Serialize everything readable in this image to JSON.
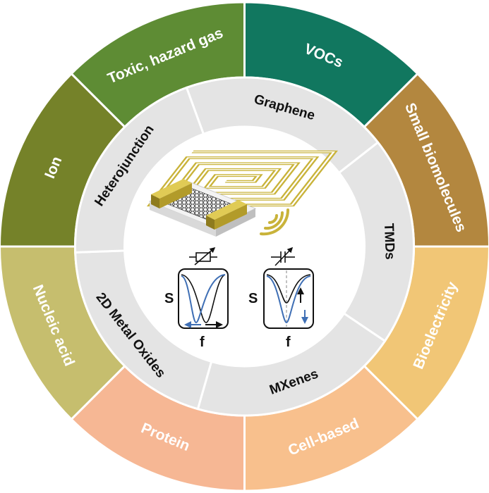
{
  "outer_ring": [
    {
      "label": "Toxic, hazard gas",
      "color": "#5E8C34"
    },
    {
      "label": "VOCs",
      "color": "#11775F"
    },
    {
      "label": "Small biomolecules",
      "color": "#B3873F"
    },
    {
      "label": "Bioelectricity",
      "color": "#F1C676"
    },
    {
      "label": "Cell-based",
      "color": "#F8C08D"
    },
    {
      "label": "Protein",
      "color": "#F6B794"
    },
    {
      "label": "Nucleic acid",
      "color": "#C6BE6E"
    },
    {
      "label": "Ion",
      "color": "#758229"
    }
  ],
  "inner_ring": [
    {
      "label": "Graphene"
    },
    {
      "label": "TMDs"
    },
    {
      "label": "MXenes"
    },
    {
      "label": "2D Metal Oxides"
    },
    {
      "label": "Heterojunction"
    }
  ],
  "plots": {
    "left": {
      "y_label": "S",
      "x_label": "f"
    },
    "right": {
      "y_label": "S",
      "x_label": "f"
    }
  },
  "colors": {
    "inner_ring": "#E4E4E4",
    "separator": "#FFFFFF",
    "curve_blue": "#3F6FB5",
    "gold": "#C9B33A"
  }
}
